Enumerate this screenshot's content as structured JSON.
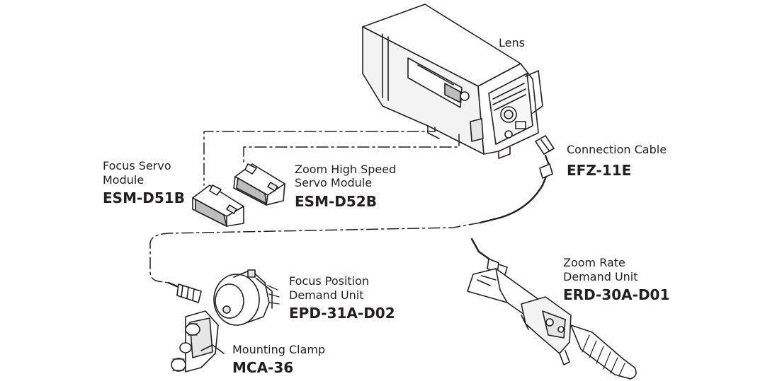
{
  "colors": {
    "ink": "#231f20",
    "shade": "#bdbdbd",
    "light": "#e6e6e6",
    "background": "#ffffff"
  },
  "lens": {
    "name": "Lens"
  },
  "connection_cable": {
    "name": "Connection Cable",
    "model": "EFZ-11E"
  },
  "focus_servo": {
    "name_line1": "Focus Servo",
    "name_line2": "Module",
    "model": "ESM-D51B"
  },
  "zoom_servo": {
    "name_line1": "Zoom High Speed",
    "name_line2": "Servo Module",
    "model": "ESM-D52B"
  },
  "zoom_demand": {
    "name_line1": "Zoom Rate",
    "name_line2": "Demand Unit",
    "model": "ERD-30A-D01"
  },
  "focus_demand": {
    "name_line1": "Focus Position",
    "name_line2": "Demand Unit",
    "model": "EPD-31A-D02"
  },
  "clamp": {
    "name": "Mounting Clamp",
    "model": "MCA-36"
  }
}
